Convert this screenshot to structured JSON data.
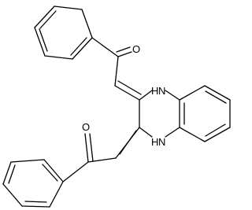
{
  "molecule": {
    "atom_labels": {
      "carbonyl_o_top": "O",
      "carbonyl_o_bottom": "O",
      "amine_n_top": "H",
      "amine_n_top_n": "N",
      "amine_n_bottom": "H",
      "amine_n_bottom_n": "N"
    },
    "colors": {
      "bond": "#000000",
      "label": "#000000",
      "background": "#ffffff"
    }
  }
}
